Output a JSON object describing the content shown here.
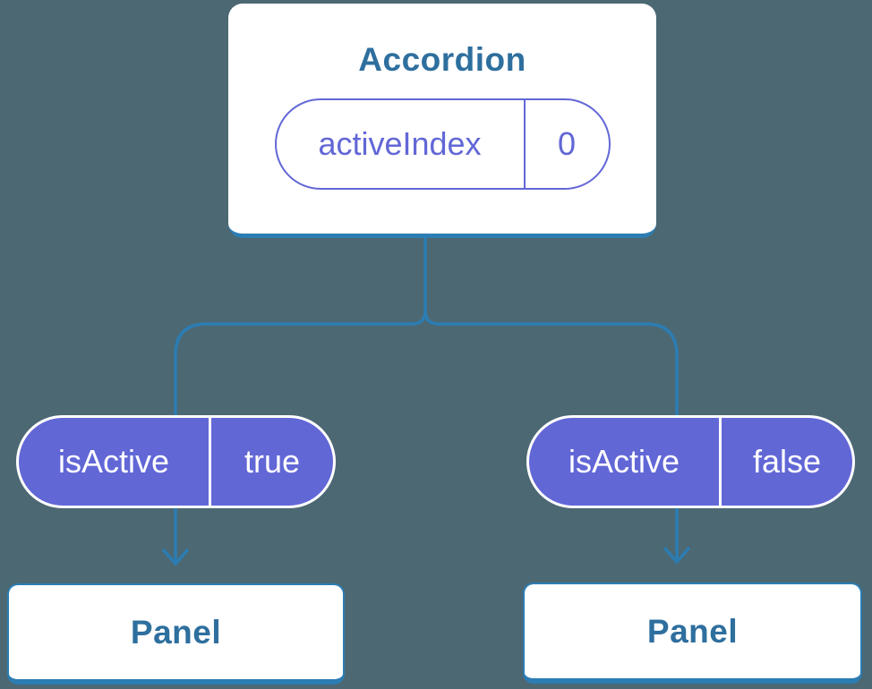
{
  "colors": {
    "background": "#4C6873",
    "line": "#2B7DB3",
    "heading": "#2E6F9E",
    "purple": "#6267D6",
    "white": "#FFFFFF"
  },
  "accordion": {
    "title": "Accordion",
    "prop": {
      "name": "activeIndex",
      "value": "0"
    }
  },
  "children": [
    {
      "state": {
        "name": "isActive",
        "value": "true"
      },
      "label": "Panel"
    },
    {
      "state": {
        "name": "isActive",
        "value": "false"
      },
      "label": "Panel"
    }
  ]
}
